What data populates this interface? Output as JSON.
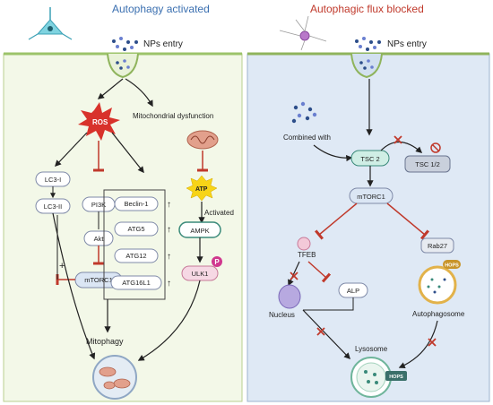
{
  "left_panel": {
    "title": "Autophagy activated",
    "nps_entry": "NPs entry",
    "ros": "ROS",
    "mito_dysfunction": "Mitochondrial dysfunction",
    "atp": "ATP",
    "activated": "Activated",
    "lc3_i": "LC3-I",
    "lc3_ii": "LC3-II",
    "pi3k": "PI3K",
    "akt": "Akt",
    "mtorc1": "mTORC1",
    "plus": "+",
    "beclin1": "Beclin-1",
    "atg5": "ATG5",
    "atg12": "ATG12",
    "atg16l1": "ATG16L1",
    "ampk": "AMPK",
    "ulk1": "ULK1",
    "p": "P",
    "mitophagy": "Mitophagy",
    "up_arrow": "↑"
  },
  "right_panel": {
    "title": "Autophagic flux blocked",
    "nps_entry": "NPs entry",
    "combined_with": "Combined with",
    "tsc2": "TSC 2",
    "tsc12": "TSC 1/2",
    "mtorc1": "mTORC1",
    "tfeb": "TFEB",
    "rab27": "Rab27",
    "hops": "HOPS",
    "alp": "ALP",
    "nucleus": "Nucleus",
    "autophagosome": "Autophagosome",
    "lysosome": "Lysosome",
    "hops2": "HOPS"
  },
  "colors": {
    "left_title": "#3a6fb0",
    "right_title": "#c0392b",
    "left_bg": "#f3f8e8",
    "right_bg": "#dfe9f5",
    "ros": "#d8322b",
    "inhibit": "#c0392b",
    "atp": "#f7d417"
  }
}
